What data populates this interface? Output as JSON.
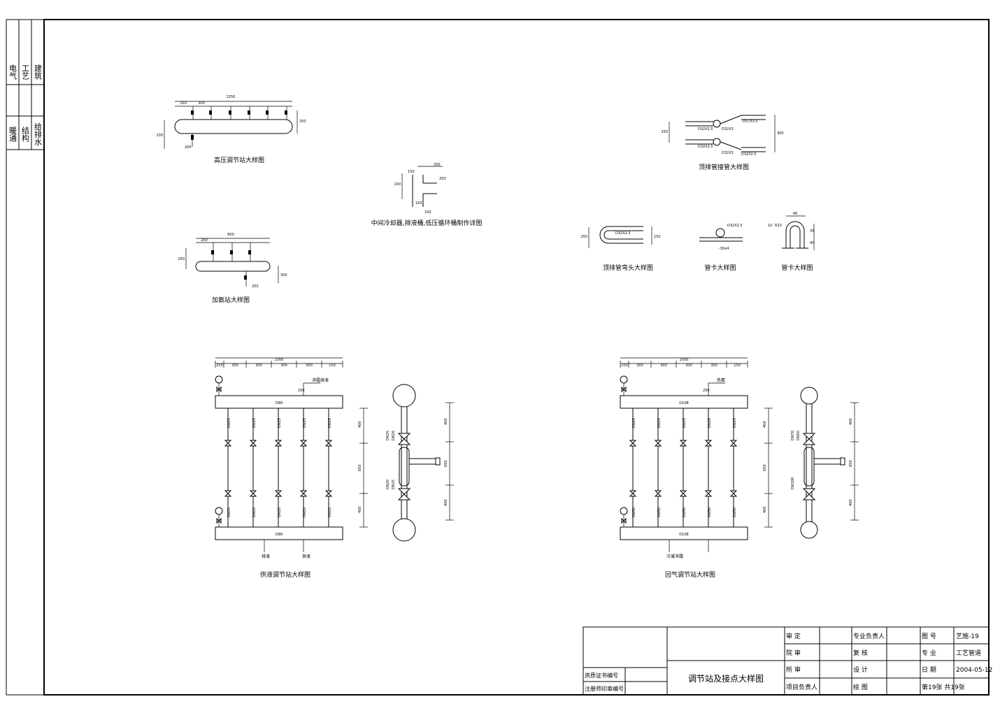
{
  "side_stamp": {
    "col1": [
      "电气",
      "暖通"
    ],
    "col2": [
      "工艺",
      "结构"
    ],
    "col3": [
      "建筑",
      "给排水"
    ]
  },
  "details": {
    "high_pressure": {
      "title": "高压调节站大样图",
      "total": "2250",
      "seg1": "250",
      "seg2": "300",
      "h": "250",
      "h2": "200",
      "bot": "200"
    },
    "small_part": {
      "title": "中间冷却器,排液桶,低压循环桶制作详图",
      "a": "150",
      "b": "250",
      "c": "100",
      "d": "250",
      "e": "150",
      "f": "100"
    },
    "pump": {
      "title": "加氨站大样图",
      "total": "800",
      "seg": "200",
      "h": "250",
      "bot": "250",
      "right": "300"
    },
    "top_pipe": {
      "title": "顶排管接管大样图",
      "p1": "D32X2.5",
      "p2": "D57X3.5",
      "p3": "D32X3",
      "p4": "D32X2.5",
      "p5": "D32X3",
      "p6": "D32X2.5",
      "h": "250",
      "h2": "300"
    },
    "elbow": {
      "title": "顶排管弯头大样图",
      "pipe": "D32X2.5",
      "w": "150",
      "h": "250"
    },
    "clamp1": {
      "title": "管卡大样图",
      "pipe": "D32X2.5",
      "label": "-30x4"
    },
    "clamp2": {
      "title": "管卡大样图",
      "top": "46",
      "r": "R23",
      "a": "35",
      "b": "40",
      "c": "10"
    }
  },
  "station_liquid": {
    "title": "供液调节站大样图",
    "top_dims": [
      "250",
      "300",
      "300",
      "300",
      "300",
      "150"
    ],
    "total": "2300",
    "top_pipe": "D89",
    "bottom_pipe": "D89",
    "vert_labels": [
      "DN25",
      "DN25",
      "DN25",
      "DN25",
      "DN25"
    ],
    "vert_low": [
      "DN20",
      "DN20",
      "DN20",
      "DN20",
      "DN20"
    ],
    "right_dims": [
      "400",
      "650",
      "400"
    ],
    "top_note": "冲霜排液",
    "bottom_notes": [
      "排液",
      "供液"
    ],
    "side_labels": [
      "DN25",
      "DN20",
      "DN20",
      "DN15"
    ],
    "side_dims": [
      "400",
      "650",
      "400"
    ],
    "small": "250"
  },
  "station_gas": {
    "title": "回气调节站大样图",
    "top_dims": [
      "250",
      "300",
      "300",
      "300",
      "300",
      "150"
    ],
    "total": "2500",
    "top_pipe": "D108",
    "bottom_pipe": "D108",
    "vert_labels": [
      "DN25",
      "DN25",
      "DN25",
      "DN25",
      "DN25"
    ],
    "vert_low": [
      "DN50",
      "DN50",
      "DN50",
      "DN50",
      "DN50"
    ],
    "right_dims": [
      "400",
      "650",
      "400"
    ],
    "top_note": "热氨",
    "bottom_notes": [
      "冷凝冲霜"
    ],
    "side_labels": [
      "DN70",
      "DN50",
      "DN100"
    ],
    "side_dims": [
      "400",
      "650",
      "400"
    ],
    "small": "250"
  },
  "title_block": {
    "left_rows": [
      "资质证书编号",
      "注册师印章编号"
    ],
    "drawing_name": "调节站及接点大样图",
    "col_a": [
      "审 定",
      "院 审",
      "所 审",
      "项目负责人"
    ],
    "col_b": [
      "专业负责人",
      "复 核",
      "设 计",
      "绘 图"
    ],
    "col_c": [
      "图 号",
      "专 业",
      "日 期",
      "第19张 共19张"
    ],
    "col_d": [
      "艺施-19",
      "工艺管道",
      "2004-05-12",
      ""
    ]
  }
}
